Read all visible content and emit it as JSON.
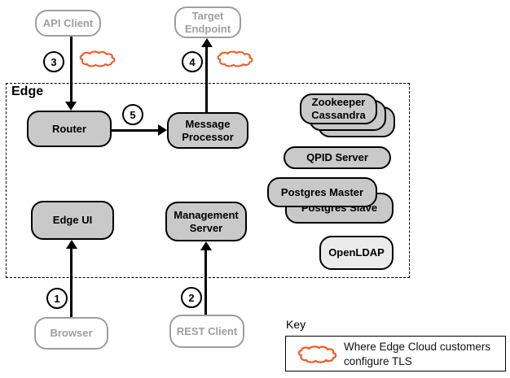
{
  "nodes": {
    "api_client": "API Client",
    "target_endpoint": "Target Endpoint",
    "browser": "Browser",
    "rest_client": "REST Client",
    "router": "Router",
    "message_processor": "Message Processor",
    "edge_ui": "Edge UI",
    "management_server": "Management Server",
    "zookeeper": "Zookeeper",
    "cassandra": "Cassandra",
    "qpid_server": "QPID Server",
    "postgres_master": "Postgres Master",
    "postgres_slave": "Postgres Slave",
    "openldap": "OpenLDAP"
  },
  "zone": {
    "label": "Edge"
  },
  "steps": {
    "1": "1",
    "2": "2",
    "3": "3",
    "4": "4",
    "5": "5"
  },
  "key": {
    "title": "Key",
    "entry_line1": "Where Edge Cloud customers",
    "entry_line2": "configure TLS",
    "icon": "tls-cloud-icon"
  },
  "colors": {
    "accent_orange": "#F15A29",
    "node_fill": "#C9C9C9",
    "openldap_fill": "#EBEBEB",
    "external_gray": "#9E9E9E"
  }
}
